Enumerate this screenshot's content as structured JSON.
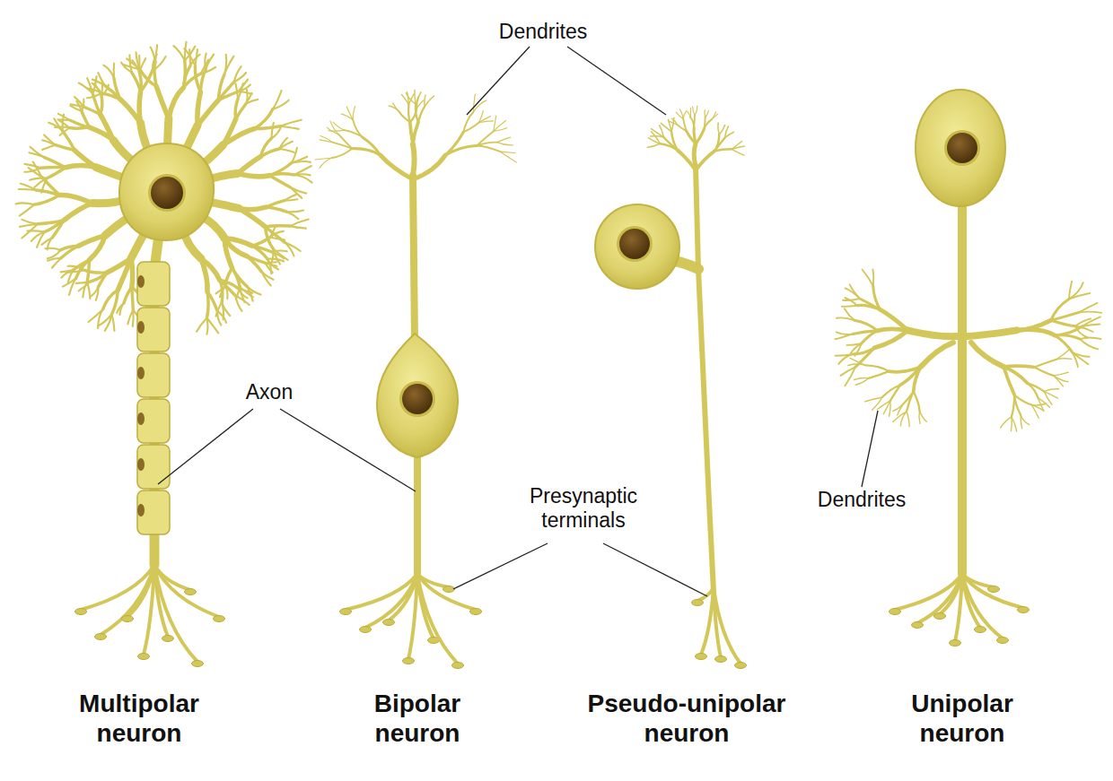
{
  "diagram": {
    "labels": [
      "Dendrites",
      "Axon",
      "Presynaptic terminals",
      "Dendrites",
      "Multipolar neuron",
      "Bipolar neuron",
      "Pseudo-unipolar neuron",
      "Unipolar neuron"
    ]
  }
}
